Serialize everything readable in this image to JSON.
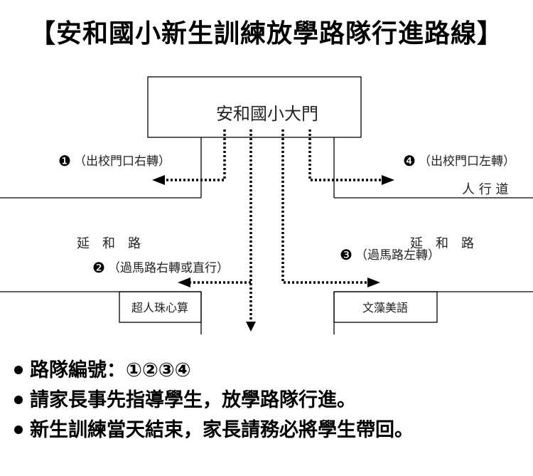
{
  "title": "【安和國小新生訓練放學路隊行進路線】",
  "map": {
    "gate": "安和國小大門",
    "sidewalk": "人 行 道",
    "road_left": "延　和　路",
    "road_right": "延　和　路",
    "shop_left": "超人珠心算",
    "shop_right": "文藻美語",
    "routes": [
      {
        "num": "❶",
        "text": "（出校門口右轉）"
      },
      {
        "num": "❷",
        "text": "（過馬路右轉或直行）"
      },
      {
        "num": "❸",
        "text": "（過馬路左轉）"
      },
      {
        "num": "❹",
        "text": "（出校門口左轉）"
      }
    ]
  },
  "notes": [
    "路隊編號：①②③④",
    "請家長事先指導學生，放學路隊行進。",
    "新生訓練當天結束，家長請務必將學生帶回。"
  ]
}
